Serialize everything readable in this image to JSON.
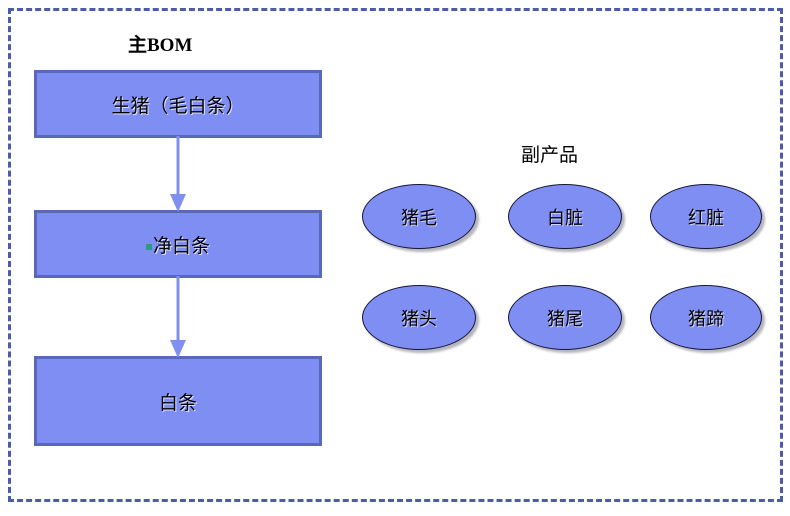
{
  "diagram": {
    "title_main_bom": "主BOM",
    "title_byproducts": "副产品",
    "frame": {
      "name": "dashed-boundary",
      "border_color": "#4c5cad",
      "style": "dashed"
    },
    "colors": {
      "shape_fill": "#7f8ef3",
      "box_border": "#5a68b8",
      "ellipse_border": "#16163a",
      "arrow": "#8090f0",
      "frame_dash": "#4c5cad",
      "bullet_marker": "#2e9b7a",
      "text": "#000000",
      "background": "#ffffff"
    },
    "main_flow": {
      "nodes": [
        {
          "id": "raw-pig",
          "label": "生猪（毛白条）",
          "shape": "rectangle",
          "bullet": false
        },
        {
          "id": "clean-carcass",
          "label": "净白条",
          "shape": "rectangle",
          "bullet": true
        },
        {
          "id": "carcass",
          "label": "白条",
          "shape": "rectangle",
          "bullet": false
        }
      ],
      "arrows": [
        {
          "id": "arrow-1",
          "from": "raw-pig",
          "to": "clean-carcass",
          "direction": "down",
          "icon": "arrow-down-icon"
        },
        {
          "id": "arrow-2",
          "from": "clean-carcass",
          "to": "carcass",
          "direction": "down",
          "icon": "arrow-down-icon"
        }
      ]
    },
    "byproducts": {
      "rows": [
        [
          {
            "id": "pig-hair",
            "label": "猪毛",
            "shape": "ellipse"
          },
          {
            "id": "white-offal",
            "label": "白脏",
            "shape": "ellipse"
          },
          {
            "id": "red-offal",
            "label": "红脏",
            "shape": "ellipse"
          }
        ],
        [
          {
            "id": "pig-head",
            "label": "猪头",
            "shape": "ellipse"
          },
          {
            "id": "pig-tail",
            "label": "猪尾",
            "shape": "ellipse"
          },
          {
            "id": "pig-trotter",
            "label": "猪蹄",
            "shape": "ellipse"
          }
        ]
      ]
    }
  }
}
